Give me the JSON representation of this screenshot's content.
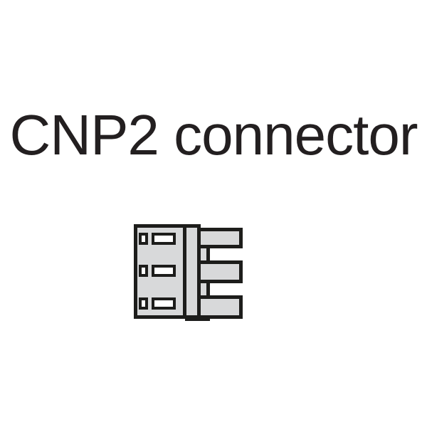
{
  "title": {
    "text": "CNP2 connector"
  },
  "diagram": {
    "description": "3-pin connector, side view",
    "pin_count": "3",
    "colors": {
      "background": "#ffffff",
      "ink": "#231f20",
      "outline": "#1d1d1b",
      "housing_fill": "#d8d9da",
      "slot_fill": "#ffffff"
    }
  }
}
